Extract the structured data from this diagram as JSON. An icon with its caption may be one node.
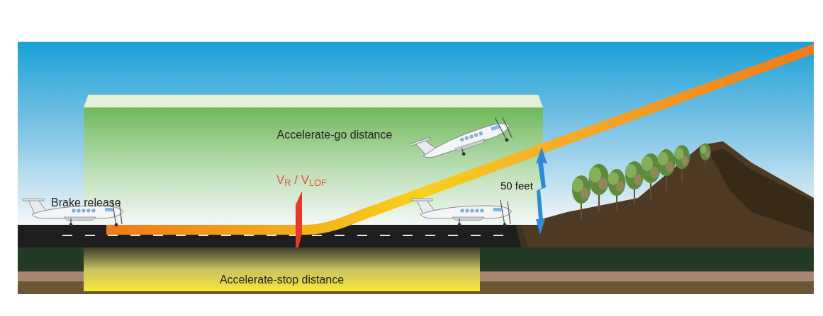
{
  "diagram": {
    "nodes": [
      {
        "text": [
          "Accelerate-go distance"
        ]
      },
      {
        "text": [
          "Accelerate-stop distance"
        ]
      }
    ],
    "edges": [],
    "labels": [
      "Brake release",
      "V$_{R}$ / V$_{LOF}$",
      "50 feet"
    ]
  }
}
